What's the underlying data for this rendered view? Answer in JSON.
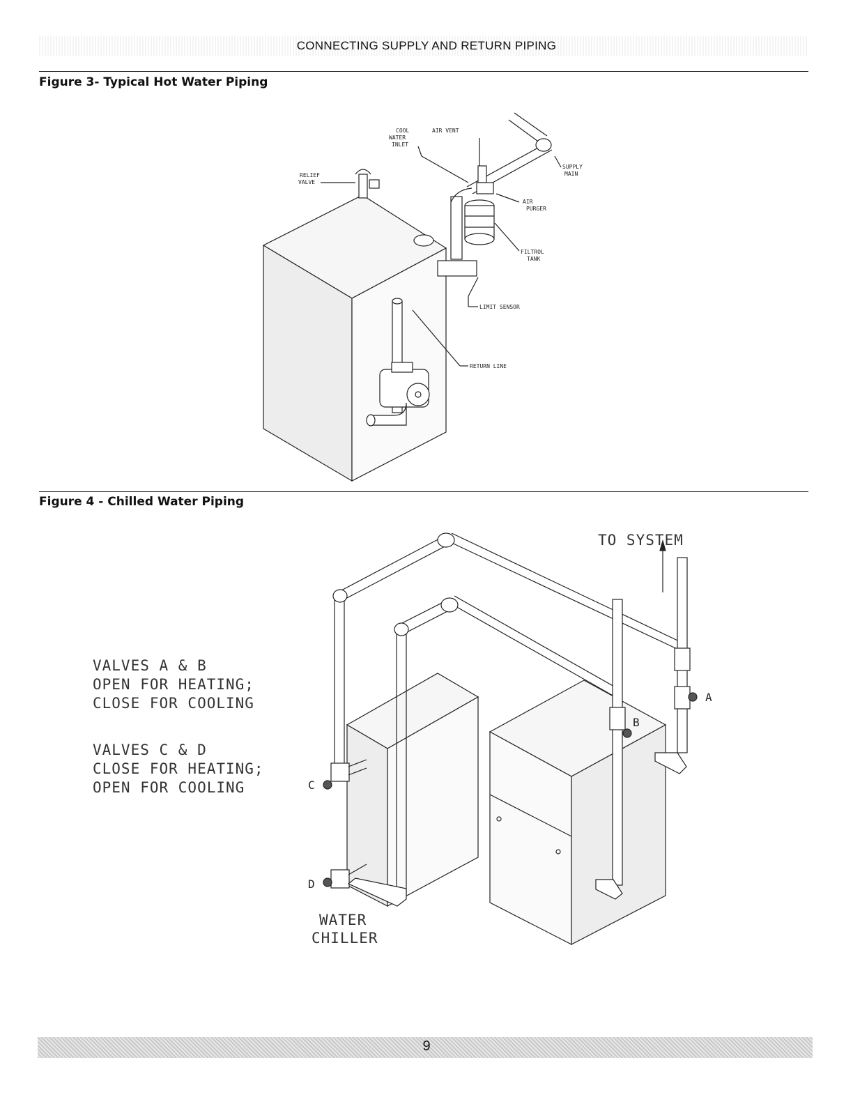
{
  "header": {
    "title": "CONNECTING SUPPLY AND RETURN PIPING"
  },
  "figure3": {
    "caption": "Figure 3- Typical Hot Water Piping",
    "labels": {
      "cool_water_inlet_1": "COOL",
      "cool_water_inlet_2": "WATER",
      "cool_water_inlet_3": "INLET",
      "air_vent": "AIR VENT",
      "relief_valve_1": "RELIEF",
      "relief_valve_2": "VALVE",
      "supply_main_1": "SUPPLY",
      "supply_main_2": "MAIN",
      "air_purger_1": "AIR",
      "air_purger_2": "PURGER",
      "filtrol_tank_1": "FILTROL",
      "filtrol_tank_2": "TANK",
      "limit_sensor": "LIMIT SENSOR",
      "return_line": "RETURN LINE"
    }
  },
  "figure4": {
    "caption": "Figure 4 - Chilled Water Piping",
    "labels": {
      "to_system": "TO SYSTEM",
      "valves_ab_1": "VALVES A & B",
      "valves_ab_2": "OPEN FOR HEATING;",
      "valves_ab_3": "CLOSE FOR COOLING",
      "valves_cd_1": "VALVES C & D",
      "valves_cd_2": "CLOSE FOR HEATING;",
      "valves_cd_3": "OPEN FOR COOLING",
      "valve_a": "A",
      "valve_b": "B",
      "valve_c": "C",
      "valve_d": "D",
      "water_chiller_1": "WATER",
      "water_chiller_2": "CHILLER"
    }
  },
  "footer": {
    "page_number": "9"
  }
}
